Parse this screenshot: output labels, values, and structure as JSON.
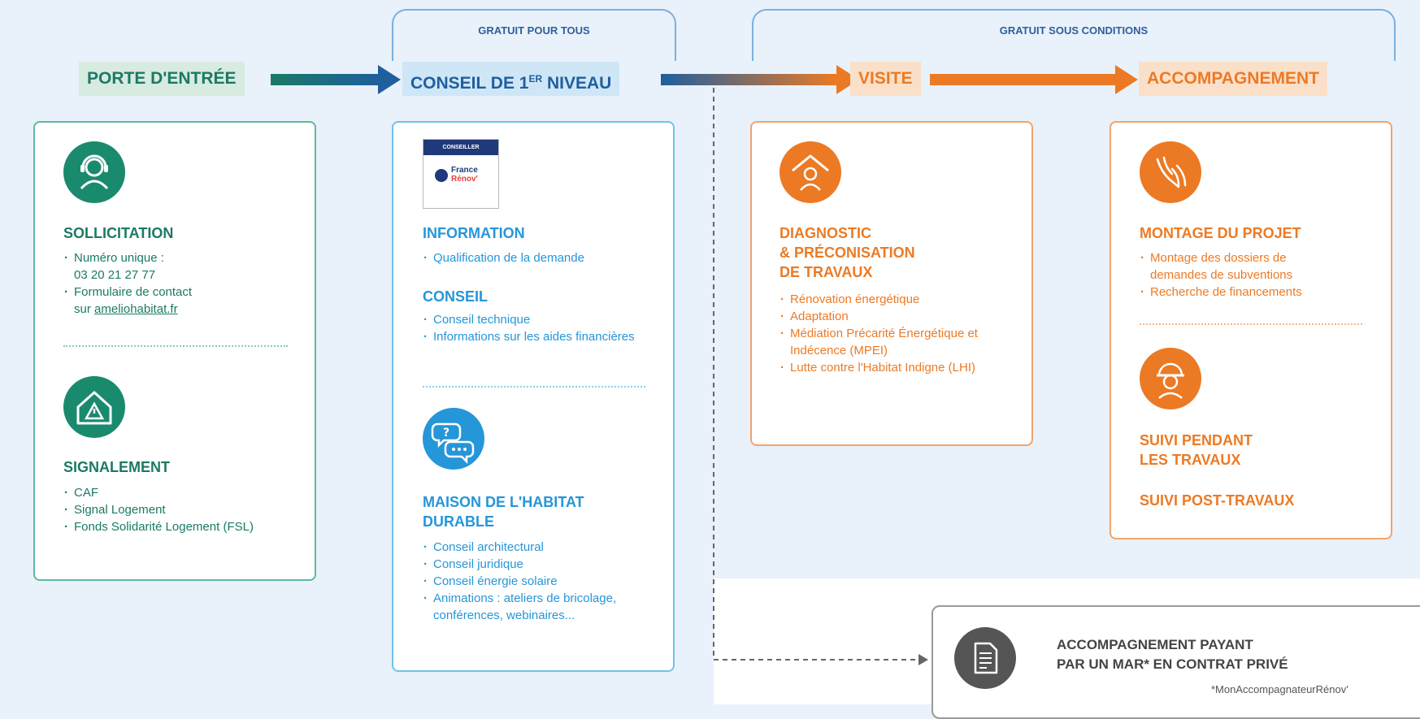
{
  "colors": {
    "teal": "#1a8a6e",
    "blue": "#2596d8",
    "navy": "#1f5f9e",
    "orange": "#ec7a24",
    "gray": "#555555"
  },
  "brackets": {
    "free_all": "GRATUIT POUR TOUS",
    "free_conditions": "GRATUIT SOUS CONDITIONS"
  },
  "stages": [
    {
      "label": "PORTE D'ENTRÉE"
    },
    {
      "label_main": "CONSEIL DE 1",
      "label_sup": "ER",
      "label_end": " NIVEAU"
    },
    {
      "label": "VISITE"
    },
    {
      "label": "ACCOMPAGNEMENT"
    }
  ],
  "entry": {
    "icon1": "headset-user-icon",
    "sollicitation": {
      "title": "SOLLICITATION",
      "item1_line1": "Numéro unique :",
      "item1_line2": "03 20 21 27 77",
      "item2_line1": "Formulaire de contact",
      "item2_prefix": "sur ",
      "item2_link": "ameliohabitat.fr"
    },
    "icon2": "house-warning-icon",
    "signalement": {
      "title": "SIGNALEMENT",
      "items": [
        "CAF",
        "Signal Logement",
        "Fonds Solidarité Logement (FSL)"
      ]
    }
  },
  "advice": {
    "logo": {
      "top_text": "CONSEILLER",
      "brand_line1": "France",
      "brand_line2": "Rénov'"
    },
    "information": {
      "title": "INFORMATION",
      "items": [
        "Qualification de la demande"
      ]
    },
    "conseil": {
      "title": "CONSEIL",
      "items": [
        "Conseil technique",
        "Informations sur les aides financières"
      ]
    },
    "icon": "chat-bubbles-icon",
    "maison": {
      "title_line1": "MAISON DE L'HABITAT",
      "title_line2": "DURABLE",
      "items": [
        "Conseil architectural",
        "Conseil juridique",
        "Conseil énergie solaire",
        "Animations : ateliers de bricolage, conférences, webinaires..."
      ]
    }
  },
  "visit": {
    "icon": "house-person-icon",
    "title_line1": "DIAGNOSTIC",
    "title_line2": "& PRÉCONISATION",
    "title_line3": "DE TRAVAUX",
    "items": [
      "Rénovation énergétique",
      "Adaptation",
      "Médiation Précarité Énergétique et Indécence (MPEI)",
      "Lutte contre l'Habitat Indigne (LHI)"
    ]
  },
  "support": {
    "icon1": "hands-icon",
    "montage": {
      "title": "MONTAGE DU PROJET",
      "items": [
        "Montage des dossiers de demandes de subventions",
        "Recherche de financements"
      ]
    },
    "icon2": "worker-helmet-icon",
    "suivi_title_line1": "SUIVI PENDANT",
    "suivi_title_line2": "LES TRAVAUX",
    "post_title": "SUIVI POST-TRAVAUX"
  },
  "paid": {
    "icon": "document-icon",
    "title_line1": "ACCOMPAGNEMENT PAYANT",
    "title_line2": "PAR UN MAR* EN CONTRAT PRIVÉ",
    "footnote": "*MonAccompagnateurRénov'"
  }
}
